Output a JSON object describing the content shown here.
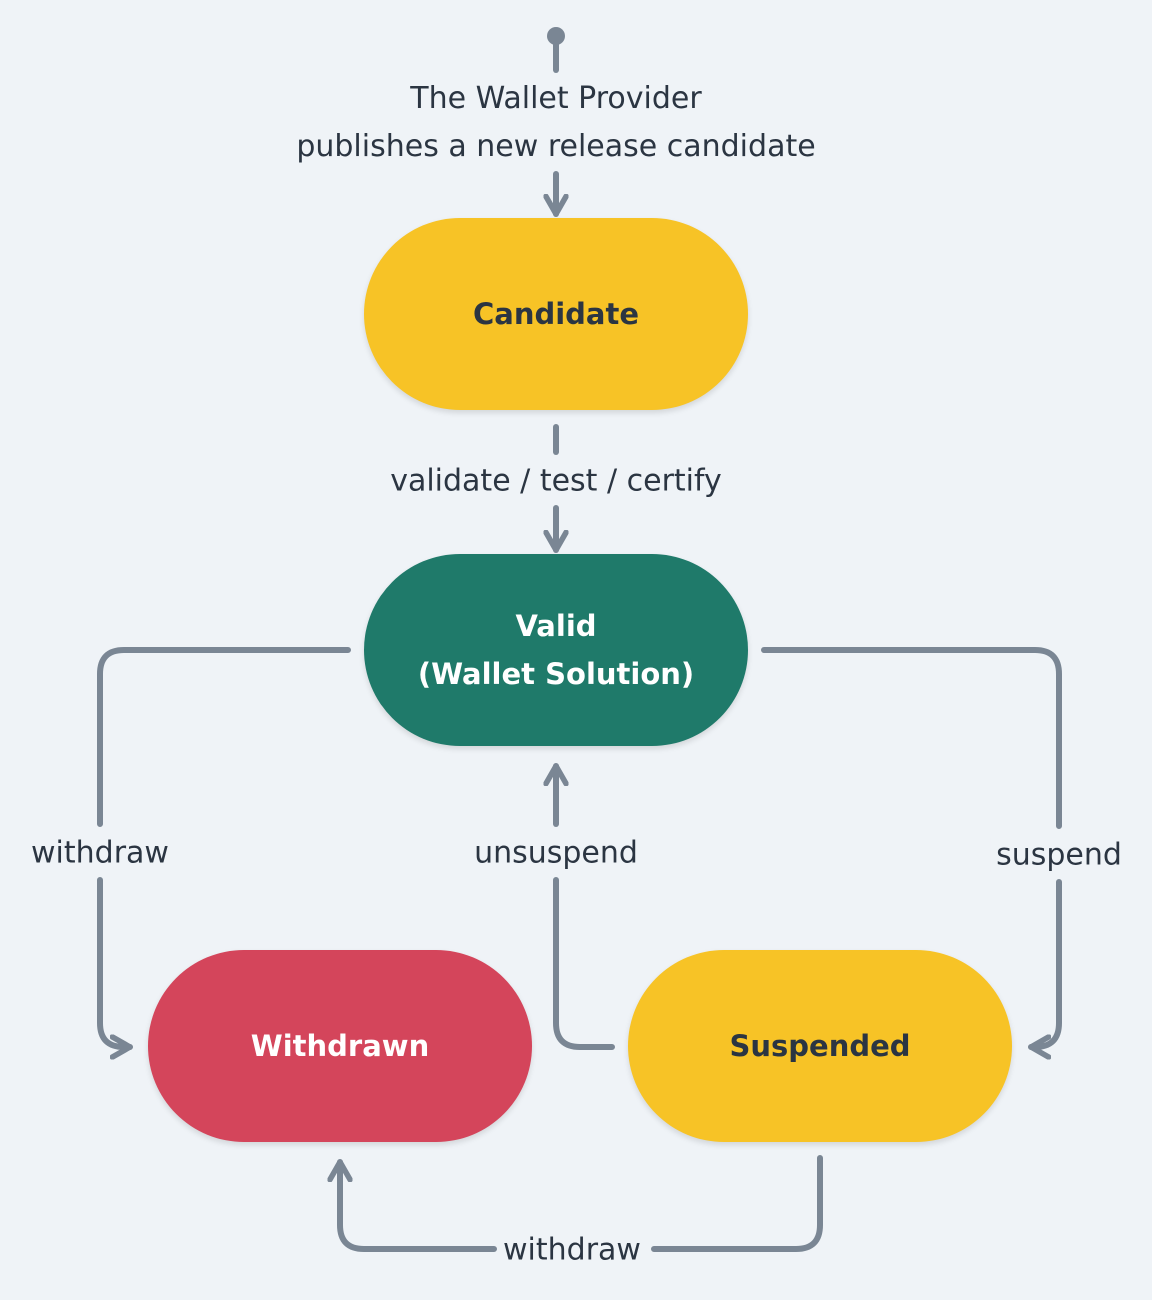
{
  "colors": {
    "background": "#eff3f7",
    "edge": "#7a8694",
    "text_dark": "#2b3542",
    "text_light": "#ffffff",
    "candidate": "#f7c326",
    "valid": "#1f7a6a",
    "suspended": "#f7c326",
    "withdrawn": "#d4455b"
  },
  "start": {
    "line1": "The Wallet Provider",
    "line2": "publishes a new release candidate"
  },
  "states": {
    "candidate": "Candidate",
    "valid_line1": "Valid",
    "valid_line2": "(Wallet Solution)",
    "suspended": "Suspended",
    "withdrawn": "Withdrawn"
  },
  "transitions": {
    "validate": "validate / test / certify",
    "withdraw_from_valid": "withdraw",
    "suspend": "suspend",
    "unsuspend": "unsuspend",
    "withdraw_from_suspended": "withdraw"
  }
}
